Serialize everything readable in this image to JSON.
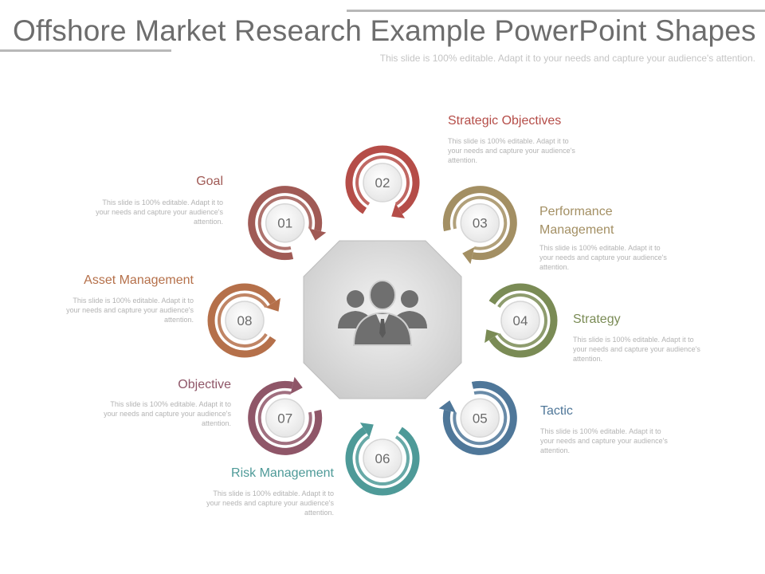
{
  "slide": {
    "title": "Offshore Market Research Example PowerPoint Shapes",
    "subtitle": "This slide is 100% editable. Adapt it to your needs and capture your audience's attention."
  },
  "center": {
    "icon": "business-team-icon"
  },
  "steps": [
    {
      "number": "01",
      "label": "Goal",
      "description": "This slide is 100% editable. Adapt it to your needs and capture your audience's attention.",
      "color": "#a05a55"
    },
    {
      "number": "02",
      "label": "Strategic Objectives",
      "description": "This slide is 100% editable. Adapt it to your needs and capture your audience's attention.",
      "color": "#b54d48"
    },
    {
      "number": "03",
      "label": "Performance Management",
      "description": "This slide is 100% editable. Adapt it to your needs and capture your audience's attention.",
      "color": "#a38f63"
    },
    {
      "number": "04",
      "label": "Strategy",
      "description": "This slide is 100% editable. Adapt it to your needs and capture your audience's attention.",
      "color": "#7a8b55"
    },
    {
      "number": "05",
      "label": "Tactic",
      "description": "This slide is 100% editable. Adapt it to your needs and capture your audience's attention.",
      "color": "#4f7799"
    },
    {
      "number": "06",
      "label": "Risk Management",
      "description": "This slide is 100% editable. Adapt it to your needs and capture your audience's attention.",
      "color": "#4e9a98"
    },
    {
      "number": "07",
      "label": "Objective",
      "description": "This slide is 100% editable. Adapt it to your needs and capture your audience's attention.",
      "color": "#8f5668"
    },
    {
      "number": "08",
      "label": "Asset Management",
      "description": "This slide is 100% editable. Adapt it to your needs and capture your audience's attention.",
      "color": "#b5704a"
    }
  ]
}
